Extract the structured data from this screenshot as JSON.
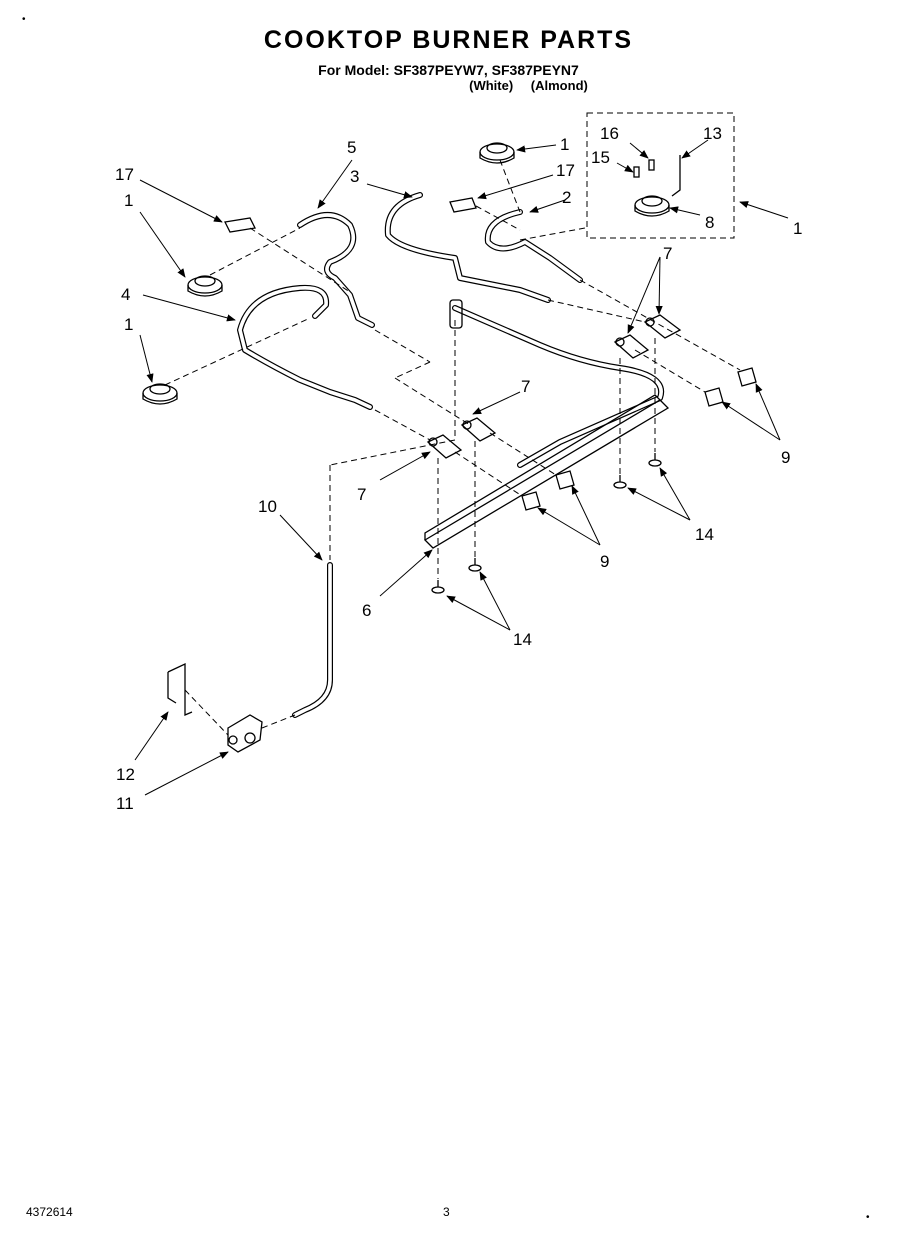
{
  "header": {
    "title": "COOKTOP BURNER PARTS",
    "model_line": "For Model: SF387PEYW7, SF387PEYN7",
    "variant_line": "(White)   (Almond)"
  },
  "callouts": [
    {
      "id": "c1a",
      "text": "1"
    },
    {
      "id": "c1b",
      "text": "1"
    },
    {
      "id": "c1c",
      "text": "1"
    },
    {
      "id": "c1d",
      "text": "1"
    },
    {
      "id": "c2",
      "text": "2"
    },
    {
      "id": "c3",
      "text": "3"
    },
    {
      "id": "c4",
      "text": "4"
    },
    {
      "id": "c5",
      "text": "5"
    },
    {
      "id": "c6",
      "text": "6"
    },
    {
      "id": "c7a",
      "text": "7"
    },
    {
      "id": "c7b",
      "text": "7"
    },
    {
      "id": "c7c",
      "text": "7"
    },
    {
      "id": "c8",
      "text": "8"
    },
    {
      "id": "c9a",
      "text": "9"
    },
    {
      "id": "c9b",
      "text": "9"
    },
    {
      "id": "c10",
      "text": "10"
    },
    {
      "id": "c11",
      "text": "11"
    },
    {
      "id": "c12",
      "text": "12"
    },
    {
      "id": "c13",
      "text": "13"
    },
    {
      "id": "c14a",
      "text": "14"
    },
    {
      "id": "c14b",
      "text": "14"
    },
    {
      "id": "c15",
      "text": "15"
    },
    {
      "id": "c16",
      "text": "16"
    },
    {
      "id": "c17a",
      "text": "17"
    },
    {
      "id": "c17b",
      "text": "17"
    }
  ],
  "footer": {
    "doc_number": "4372614",
    "page_number": "3"
  }
}
